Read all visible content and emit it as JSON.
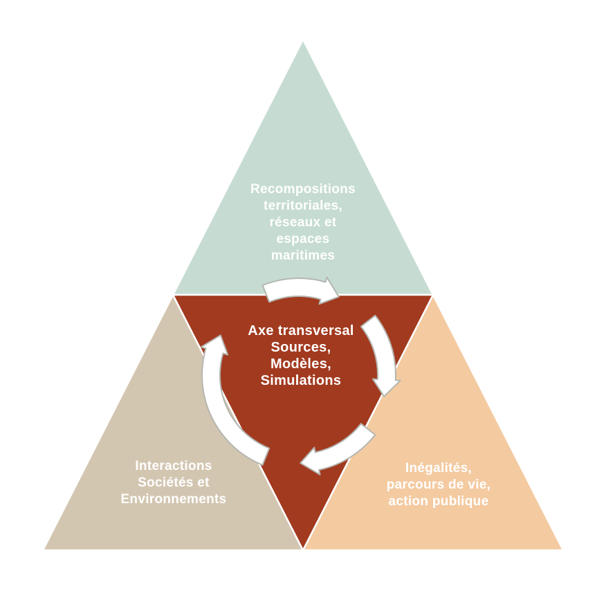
{
  "diagram": {
    "background": "#ffffff",
    "text_color": "#ffffff",
    "sections": {
      "top": {
        "label": "Recompositions\nterritoriales,\nréseaux et\nespaces\nmaritimes",
        "color": "#c6dcd2"
      },
      "center": {
        "label": "Axe transversal\nSources,\nModèles,\nSimulations",
        "color": "#a23a1f"
      },
      "bottom_left": {
        "label": "Interactions\nSociétés et\nEnvironnements",
        "color": "#d3c6b1"
      },
      "bottom_right": {
        "label": "Inégalités,\nparcours de vie,\naction publique",
        "color": "#f4caa1"
      }
    },
    "arrows": {
      "type": "cycle-clockwise",
      "fill": "#ffffff",
      "outline": "#b4b6b1",
      "count": 4
    }
  }
}
